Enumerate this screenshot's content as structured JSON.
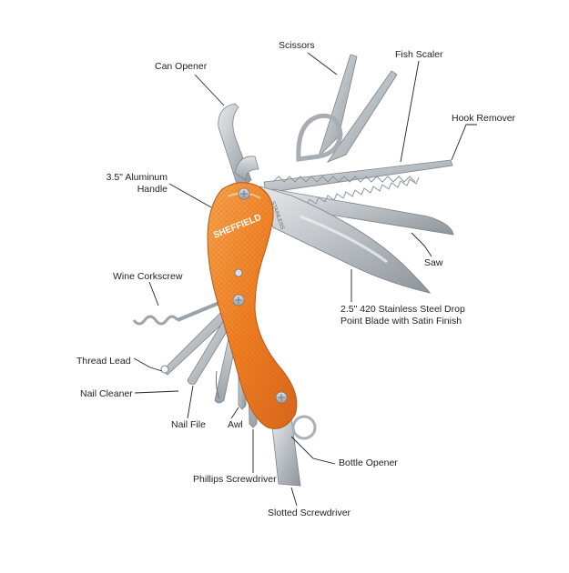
{
  "brand": {
    "logo_text": "SHEFFIELD",
    "blade_stamp": "STAINLESS",
    "handle_color": "#f07d1e",
    "steel_color": "#c9cdd1"
  },
  "labels": {
    "scissors": "Scissors",
    "fish_scaler": "Fish Scaler",
    "can_opener": "Can Opener",
    "hook_remover": "Hook Remover",
    "handle_line1": "3.5\" Aluminum",
    "handle_line2": "Handle",
    "saw": "Saw",
    "wine_corkscrew": "Wine Corkscrew",
    "blade_line1": "2.5\" 420 Stainless Steel Drop",
    "blade_line2": "Point Blade with Satin Finish",
    "thread_lead": "Thread Lead",
    "nail_cleaner": "Nail Cleaner",
    "nail_file": "Nail File",
    "awl": "Awl",
    "bottle_opener": "Bottle Opener",
    "phillips_screwdriver": "Phillips Screwdriver",
    "slotted_screwdriver": "Slotted Screwdriver"
  }
}
